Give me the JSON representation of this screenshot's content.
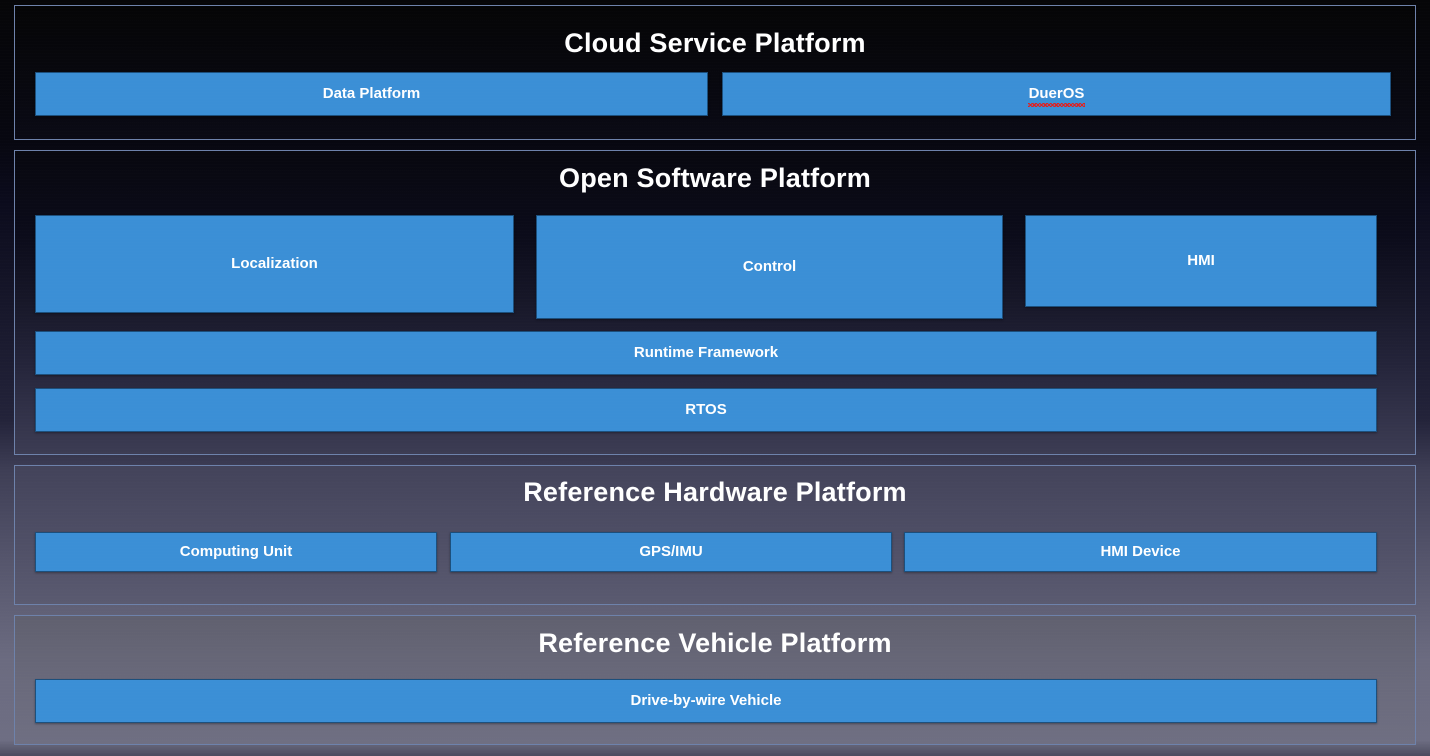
{
  "diagram": {
    "accent_blue": "#3b8fd6",
    "border_color": "#6e82ab",
    "spellcheck_underline_color": "#e02020",
    "layers": [
      {
        "id": "cloud",
        "title": "Cloud Service Platform",
        "boxes": [
          {
            "id": "data-platform",
            "label": "Data Platform"
          },
          {
            "id": "dueros",
            "label": "DuerOS",
            "misspelled": true
          }
        ]
      },
      {
        "id": "software",
        "title": "Open Software Platform",
        "boxes": [
          {
            "id": "localization",
            "label": "Localization"
          },
          {
            "id": "control",
            "label": "Control"
          },
          {
            "id": "hmi",
            "label": "HMI"
          },
          {
            "id": "runtime-framework",
            "label": "Runtime Framework"
          },
          {
            "id": "rtos",
            "label": "RTOS"
          }
        ]
      },
      {
        "id": "hardware",
        "title": "Reference Hardware Platform",
        "boxes": [
          {
            "id": "computing-unit",
            "label": "Computing Unit"
          },
          {
            "id": "gps-imu",
            "label": "GPS/IMU"
          },
          {
            "id": "hmi-device",
            "label": "HMI Device"
          }
        ]
      },
      {
        "id": "vehicle",
        "title": "Reference Vehicle Platform",
        "boxes": [
          {
            "id": "drive-by-wire",
            "label": "Drive-by-wire Vehicle"
          }
        ]
      }
    ]
  }
}
